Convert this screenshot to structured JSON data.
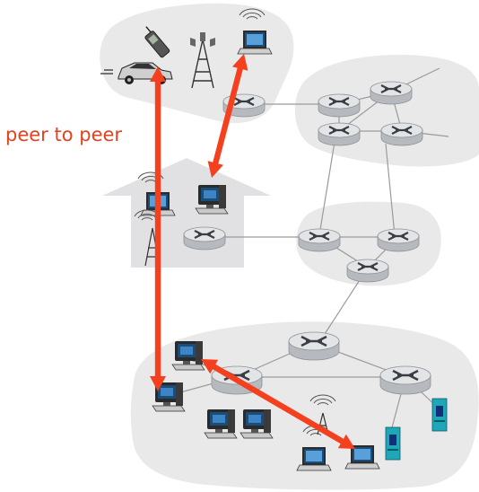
{
  "diagram": {
    "label": "peer to peer",
    "colors": {
      "arrow": "#f4401f",
      "label": "#e8401c",
      "cloud": "#e9e9ea",
      "router_top": "#e2e4e6",
      "link": "#9a9a9a",
      "screen": "#1a4d7a",
      "server": "#1fa7b8"
    },
    "networks": [
      "mobile-network",
      "home-network",
      "institutional-network",
      "isp-network-top",
      "isp-network-middle"
    ],
    "icons": [
      "router-icon",
      "laptop-icon",
      "cell-phone-icon",
      "car-icon",
      "cell-tower-icon",
      "desktop-pc-icon",
      "server-icon",
      "house-icon",
      "arrow-icon"
    ]
  }
}
